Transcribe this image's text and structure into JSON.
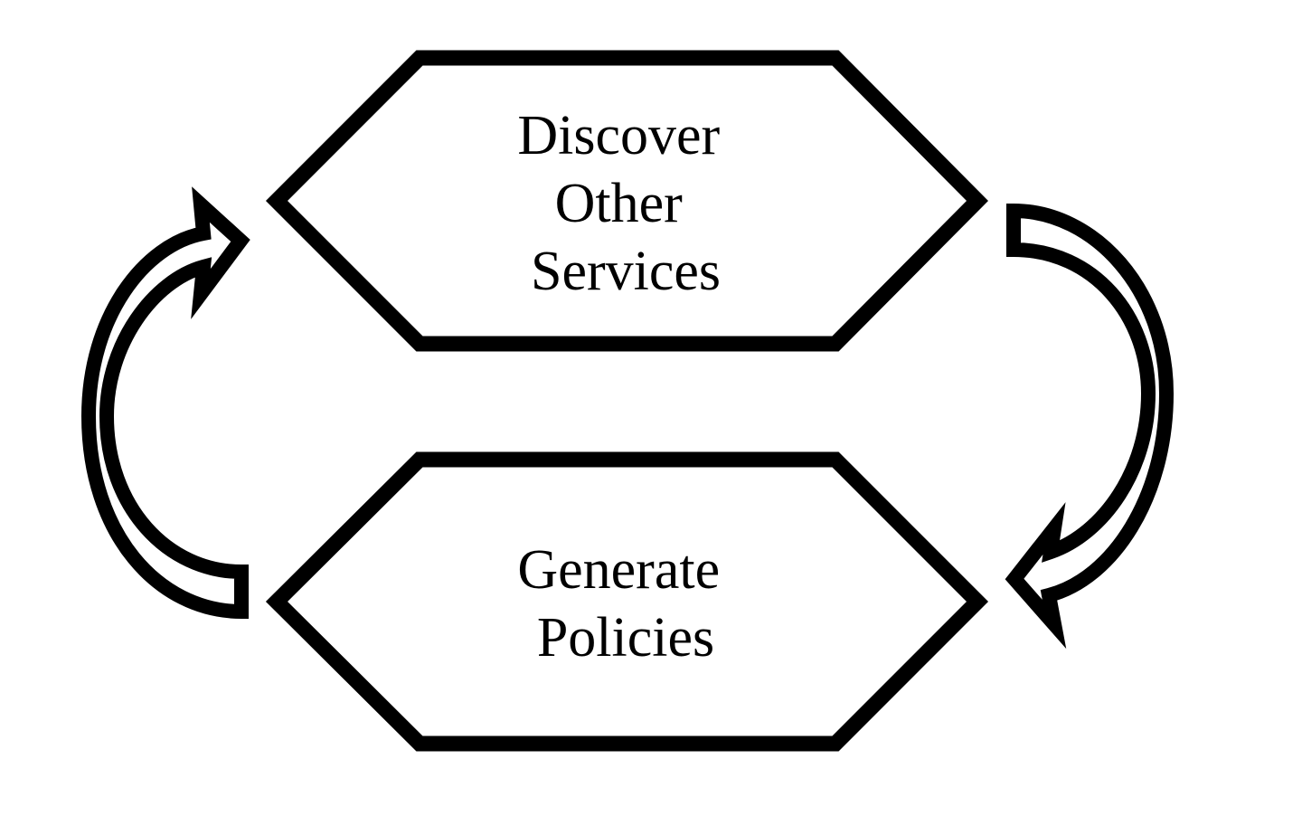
{
  "diagram": {
    "colors": {
      "background": "#ffffff",
      "stroke": "#000000",
      "arrow_body": "#ffffff",
      "arrow_shade": "#d0d0d0"
    },
    "nodes": [
      {
        "id": "discover",
        "lines": [
          "Discover",
          "Other",
          "Services"
        ]
      },
      {
        "id": "generate",
        "lines": [
          "Generate",
          "Policies"
        ]
      }
    ],
    "cycle_arrows": [
      {
        "from": "discover",
        "to": "generate",
        "side": "right"
      },
      {
        "from": "generate",
        "to": "discover",
        "side": "left"
      }
    ]
  }
}
